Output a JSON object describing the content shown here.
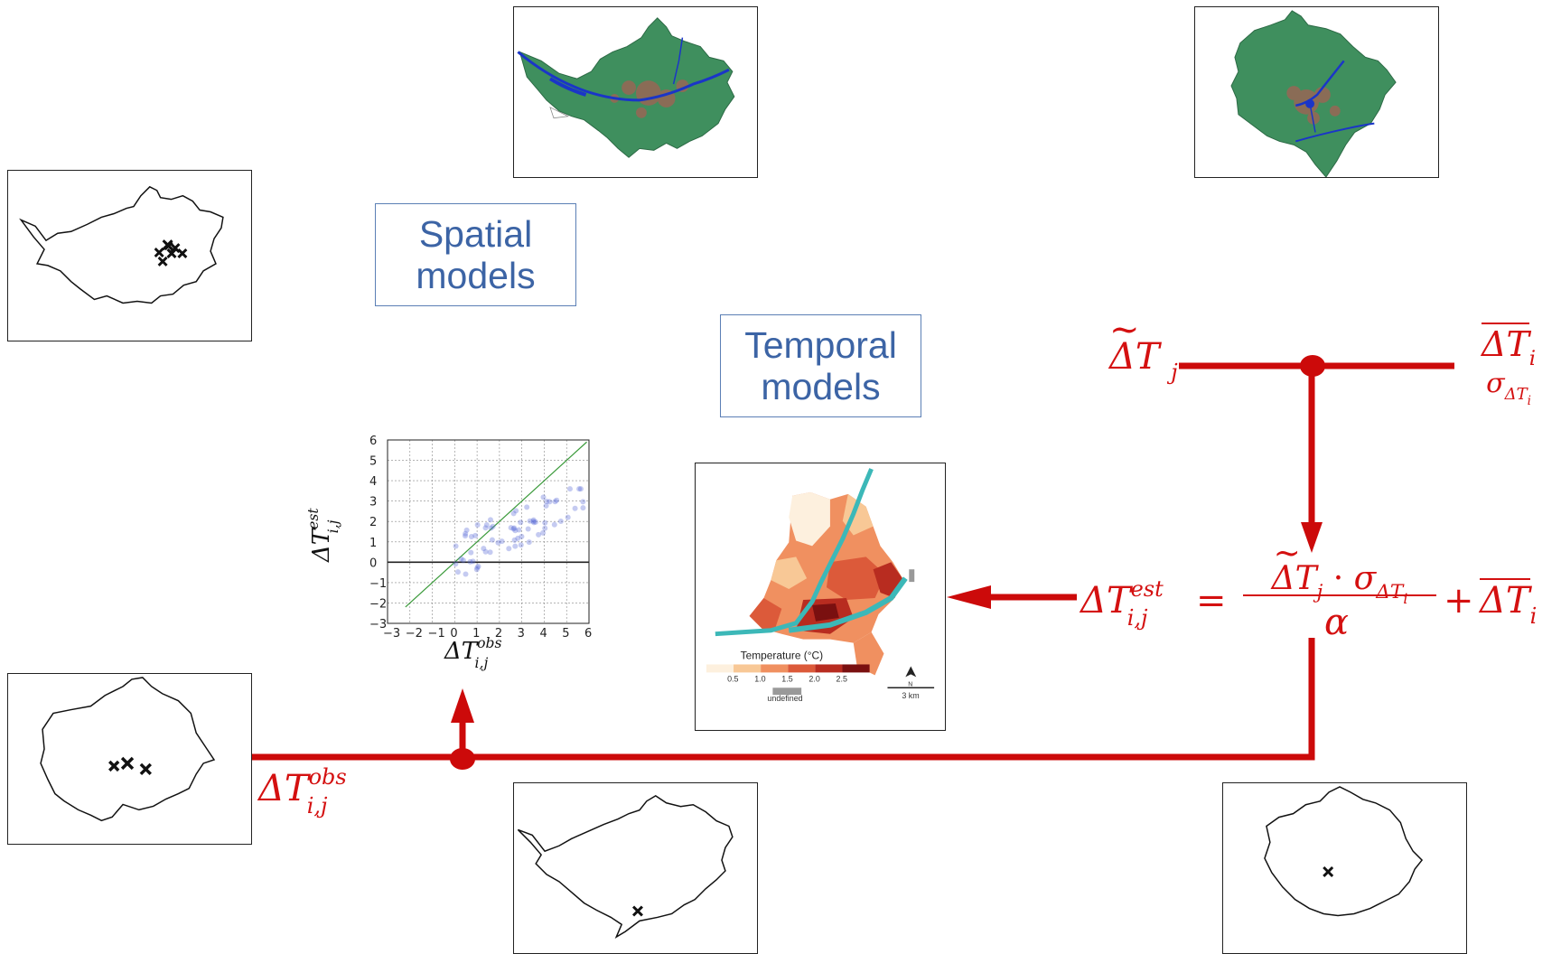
{
  "labels": {
    "spatial": [
      "Spatial",
      "models"
    ],
    "temporal": [
      "Temporal",
      "models"
    ]
  },
  "scatter": {
    "xlabel": "ΔT",
    "xlabel_sup": "obs",
    "xlabel_sub": "i,j",
    "ylabel": "ΔT",
    "ylabel_sup": "est",
    "ylabel_sub": "i,j",
    "x_ticks": [
      "−3",
      "−2",
      "−1",
      "0",
      "1",
      "2",
      "3",
      "4",
      "5",
      "6"
    ],
    "y_ticks": [
      "6",
      "5",
      "4",
      "3",
      "2",
      "1",
      "0",
      "−1",
      "−2",
      "−3"
    ]
  },
  "heatmap_map": {
    "legend_title": "Temperature (°C)",
    "legend_ticks": [
      "0.5",
      "1.0",
      "1.5",
      "2.0",
      "2.5"
    ],
    "undefined_label": "undefined",
    "scale_label": "3 km",
    "north_label": "N",
    "colors": [
      "#fdf0de",
      "#f8c896",
      "#f09060",
      "#dc5a3a",
      "#b82c20",
      "#7a1010"
    ]
  },
  "equations": {
    "dt_j_tilde": {
      "base": "ΔT",
      "sub": "j"
    },
    "dt_i_bar": {
      "base": "ΔT",
      "sub": "i"
    },
    "sigma": {
      "base": "σ",
      "sub": "ΔT",
      "subsub": "i"
    },
    "main": {
      "lhs": "ΔT",
      "lhs_sup": "est",
      "lhs_sub": "i,j",
      "eq": "=",
      "num": "ΔT",
      "num_sub": "j",
      "dot": "·",
      "num_sigma": "σ",
      "num_sigma_sub": "ΔT",
      "num_sigma_subsub": "i",
      "den": "α",
      "plus": "+",
      "tail": "ΔT",
      "tail_sub": "i"
    },
    "dt_obs": {
      "base": "ΔT",
      "sup": "obs",
      "sub": "i,j"
    }
  },
  "colors": {
    "flow": "#cc0a0a",
    "label_text": "#3c64a5",
    "map_green": "#3f8f5e",
    "river": "#1a35c8"
  }
}
